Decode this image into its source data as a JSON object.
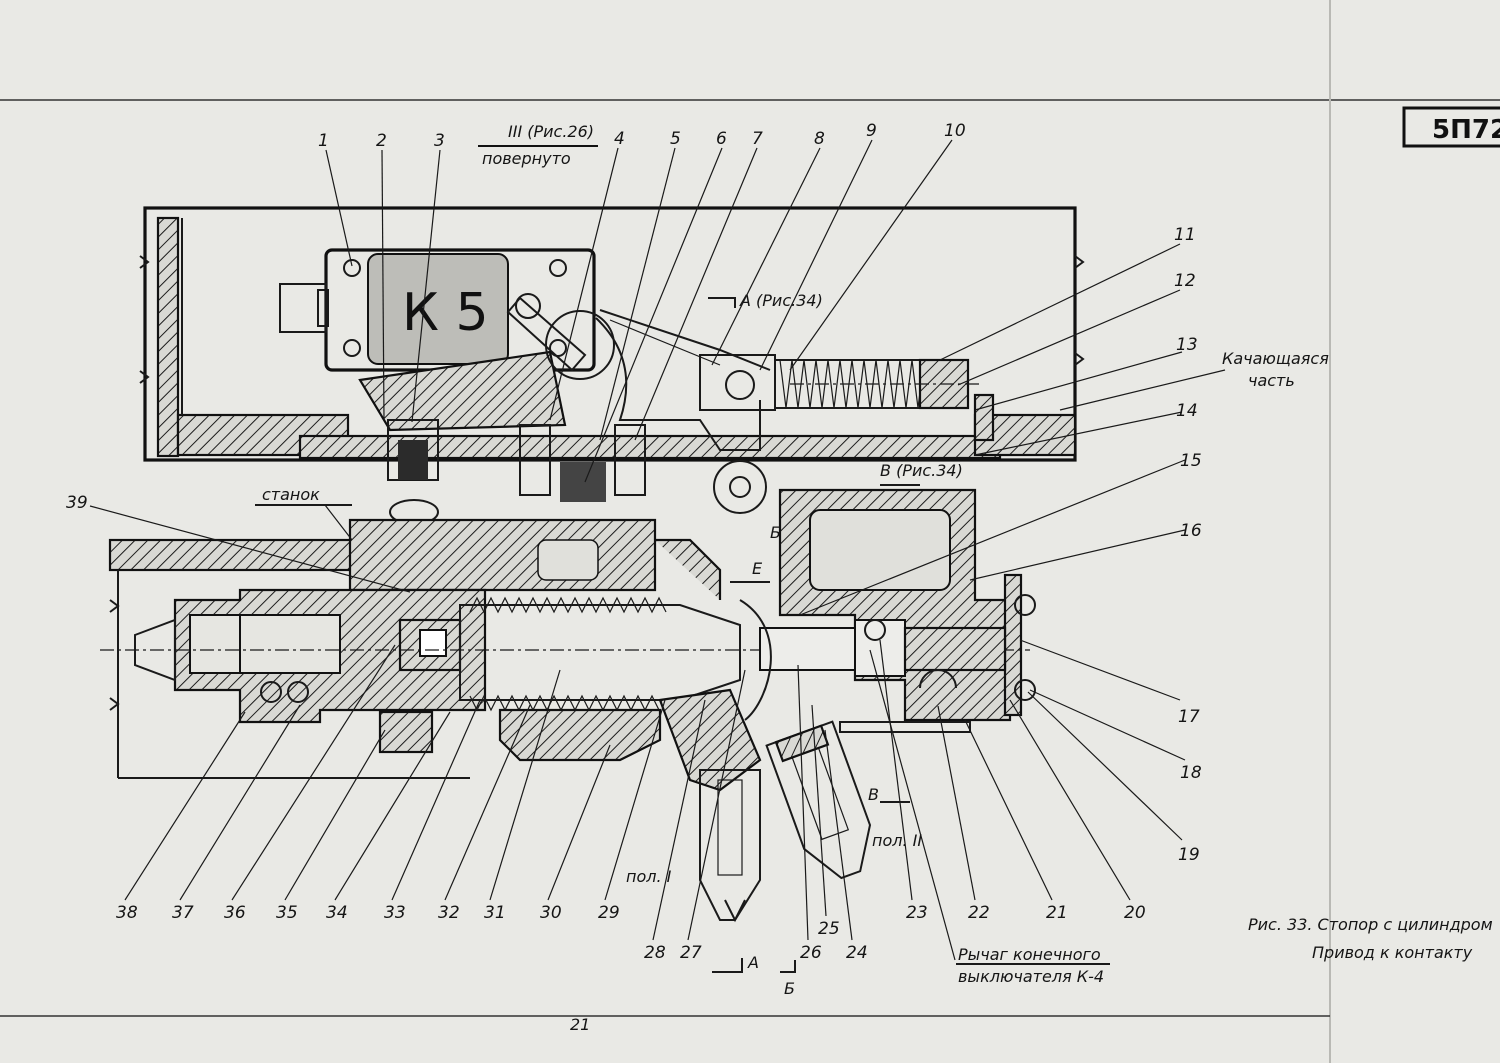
{
  "sheet_code": "5П72",
  "section_note": {
    "line1": "III (Рис.26)",
    "line2": "повернуто"
  },
  "box_label": "К 5",
  "section_labels": {
    "a_top": "А (Рис.34)",
    "v_top": "В (Рис.34)",
    "b_mid": "Б",
    "e_arrow": "Е",
    "v_bottom": "В",
    "a_bottom": "А",
    "b_bottom": "Б"
  },
  "position_labels": {
    "pos1": "пол. I",
    "pos2": "пол. II"
  },
  "annotations": {
    "swinging_part_1": "Качающаяся",
    "swinging_part_2": "часть",
    "machine": "станок",
    "lever_1": "Рычаг конечного",
    "lever_2": "выключателя К-4"
  },
  "caption": {
    "line1": "Рис. 33. Стопор с цилиндром",
    "line2": "Привод к контакту"
  },
  "page_number": "21",
  "callouts": [
    "1",
    "2",
    "3",
    "4",
    "5",
    "6",
    "7",
    "8",
    "9",
    "10",
    "11",
    "12",
    "13",
    "14",
    "15",
    "16",
    "17",
    "18",
    "19",
    "20",
    "21",
    "22",
    "23",
    "24",
    "25",
    "26",
    "27",
    "28",
    "29",
    "30",
    "31",
    "32",
    "33",
    "34",
    "35",
    "36",
    "37",
    "38",
    "39"
  ]
}
